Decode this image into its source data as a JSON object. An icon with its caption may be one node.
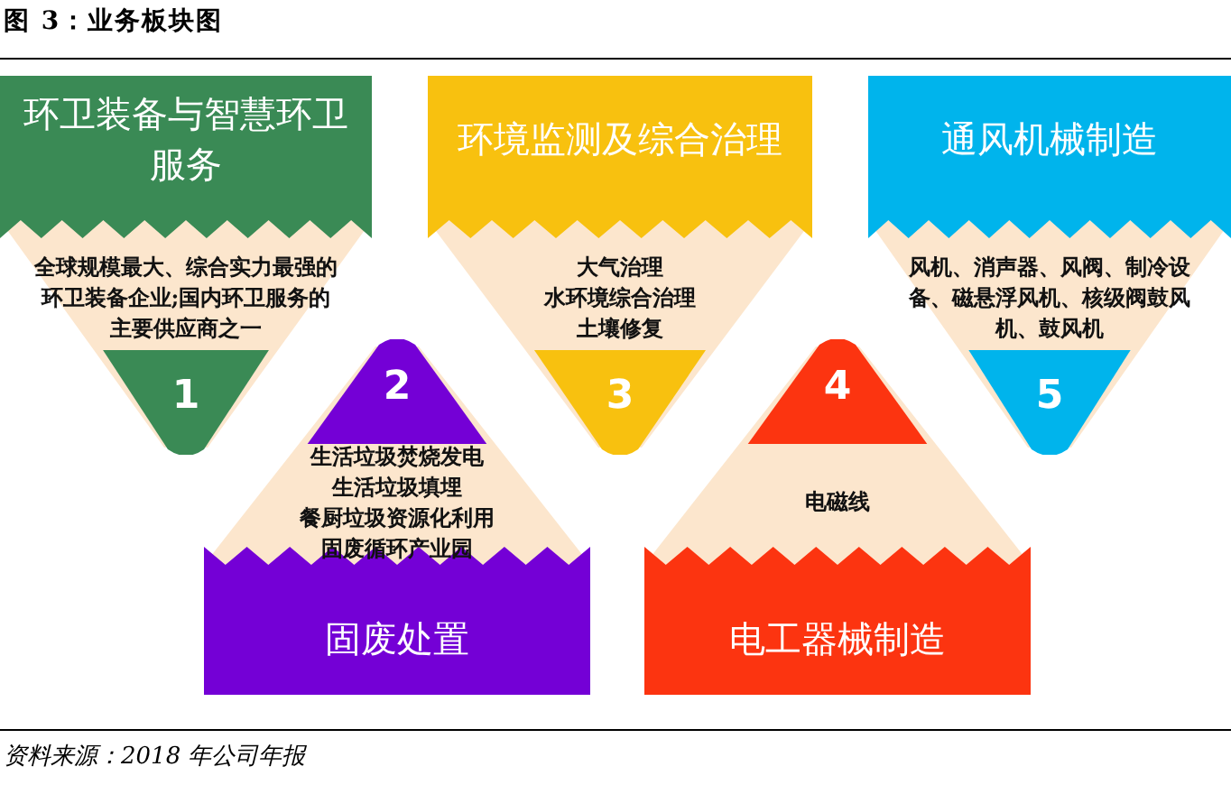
{
  "diagram": {
    "title": "图 3：业务板块图",
    "caption": "资料来源：2018 年公司年报",
    "nodes": [
      {
        "text": [
          "环卫装备与智慧环卫服务",
          "全球规模最大、综合实力最强的环卫装备企业;国内环卫服务的主要供应商之一",
          "1"
        ]
      },
      {
        "text": [
          "环境监测及综合治理",
          "大气治理",
          "水环境综合治理",
          "土壤修复",
          "3"
        ]
      },
      {
        "text": [
          "通风机械制造",
          "风机、消声器、风阀、制冷设备、磁悬浮风机、核级阀鼓风机、鼓风机",
          "5"
        ]
      },
      {
        "text": [
          "2",
          "生活垃圾焚烧发电",
          "生活垃圾填埋",
          "餐厨垃圾资源化利用",
          "固废循环产业园",
          "固废处置"
        ]
      },
      {
        "text": [
          "4",
          "电磁线",
          "电工器械制造"
        ]
      }
    ]
  }
}
